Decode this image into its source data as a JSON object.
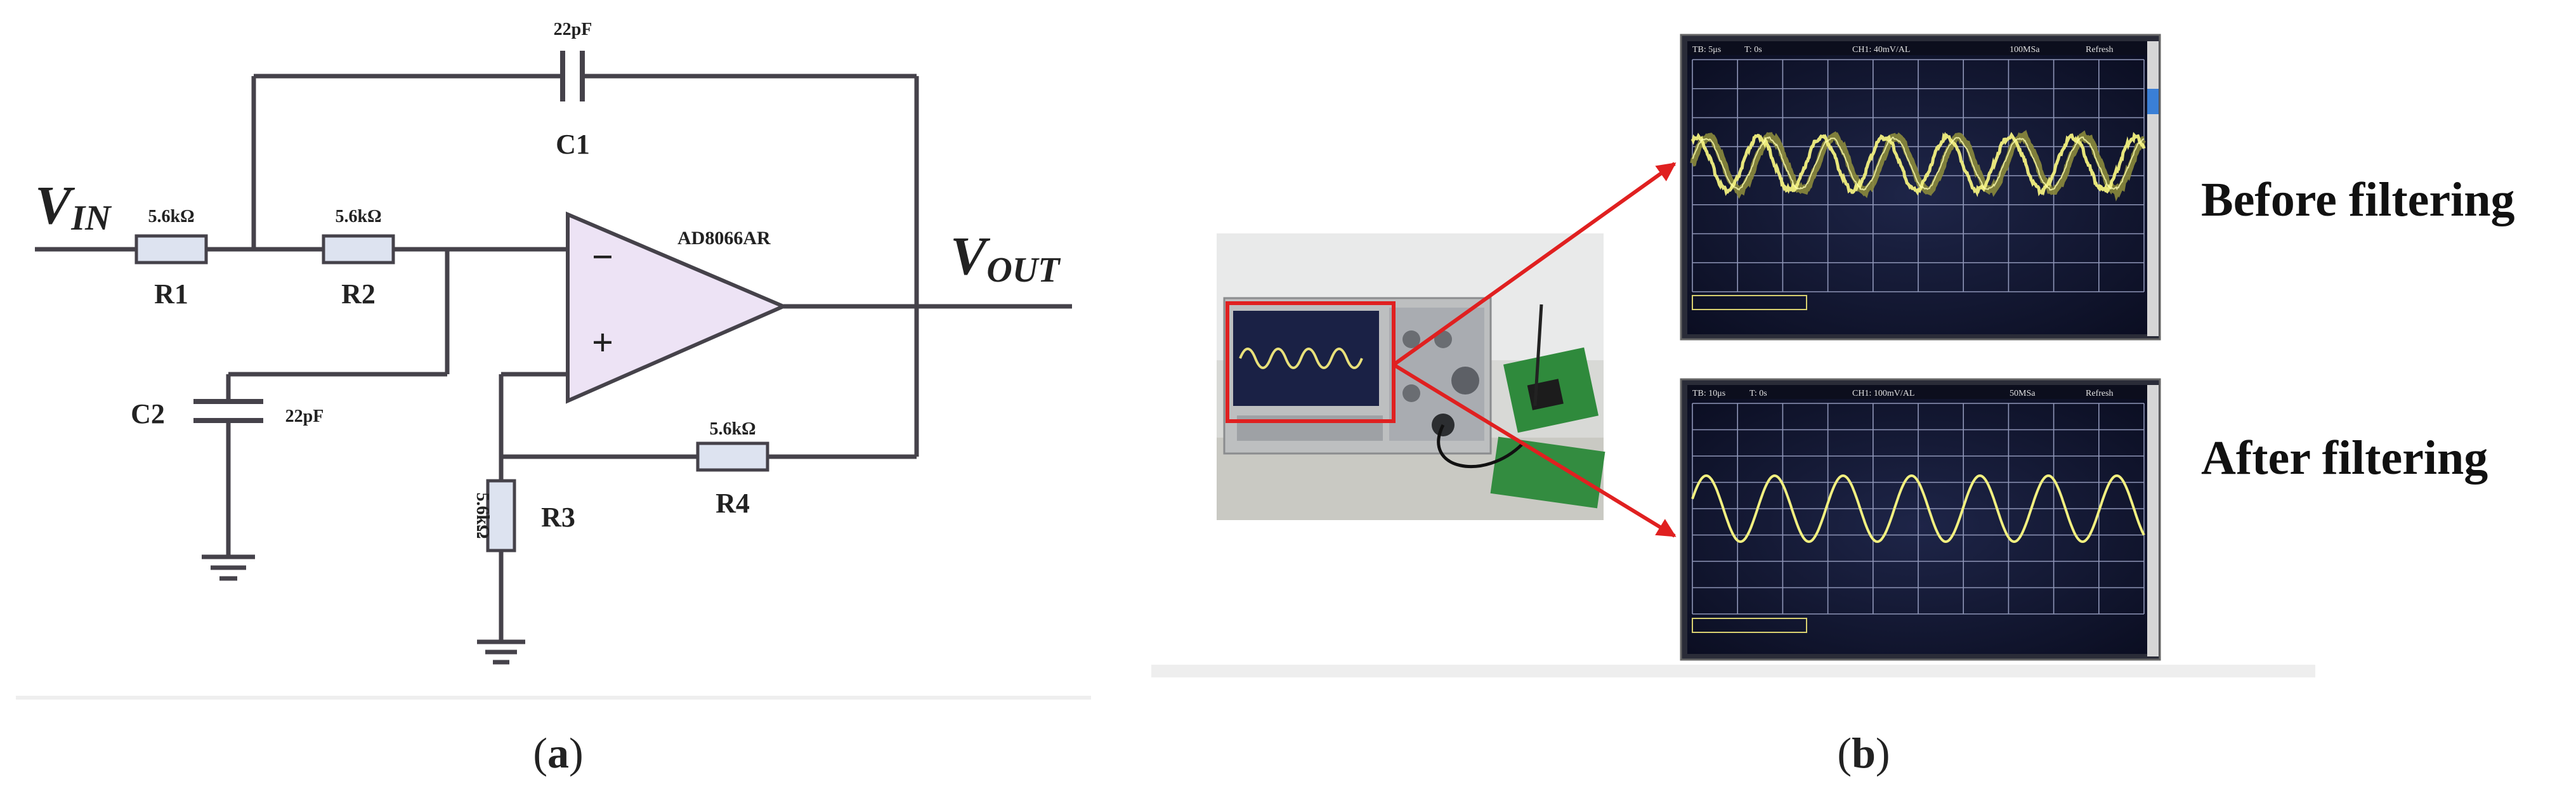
{
  "panel_a": {
    "caption_open": "(",
    "caption_letter": "a",
    "caption_close": ")",
    "vin_main": "V",
    "vin_sub": "IN",
    "vout_main": "V",
    "vout_sub": "OUT",
    "opamp_label": "AD8066AR",
    "opamp_minus": "−",
    "opamp_plus": "+",
    "r1": {
      "name": "R1",
      "value": "5.6kΩ"
    },
    "r2": {
      "name": "R2",
      "value": "5.6kΩ"
    },
    "r3": {
      "name": "R3",
      "value": "5.6kΩ"
    },
    "r4": {
      "name": "R4",
      "value": "5.6kΩ"
    },
    "c1": {
      "name": "C1",
      "value": "22pF"
    },
    "c2": {
      "name": "C2",
      "value": "22pF"
    }
  },
  "panel_b": {
    "caption_open": "(",
    "caption_letter": "b",
    "caption_close": ")",
    "before_label": "Before filtering",
    "after_label": "After filtering",
    "scope_top": {
      "tb": "TB: 5μs",
      "t": "T: 0s",
      "ch": "CH1: 40mV/AL",
      "rate": "100MSa",
      "mode": "Refresh"
    },
    "scope_bottom": {
      "tb": "TB: 10μs",
      "t": "T: 0s",
      "ch": "CH1: 100mV/AL",
      "rate": "50MSa",
      "mode": "Refresh"
    }
  },
  "colors": {
    "wire": "#45424a",
    "opamp_fill": "#ede3f5",
    "resistor_fill": "#dde3f0",
    "arrow": "#e02020",
    "scope_bg": "#12162e",
    "trace": "#f2f080"
  }
}
